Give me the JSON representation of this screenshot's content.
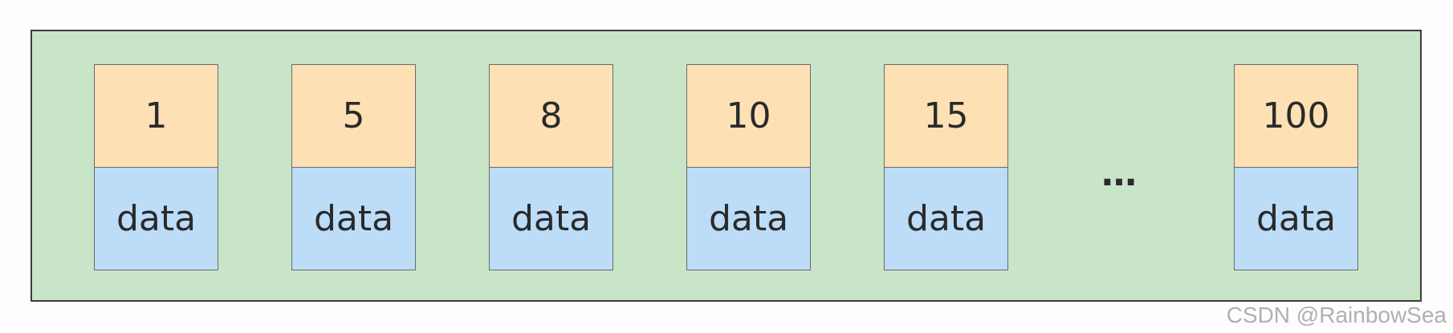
{
  "diagram": {
    "nodes": [
      {
        "key": "1",
        "data": "data"
      },
      {
        "key": "5",
        "data": "data"
      },
      {
        "key": "8",
        "data": "data"
      },
      {
        "key": "10",
        "data": "data"
      },
      {
        "key": "15",
        "data": "data"
      },
      {
        "key": "100",
        "data": "data"
      }
    ],
    "ellipsis": "…"
  },
  "watermark": "CSDN @RainbowSea",
  "colors": {
    "container": "#c9e5c8",
    "key_cell": "#fde0b4",
    "data_cell": "#bcdcf8",
    "border": "#3c3c3c"
  }
}
